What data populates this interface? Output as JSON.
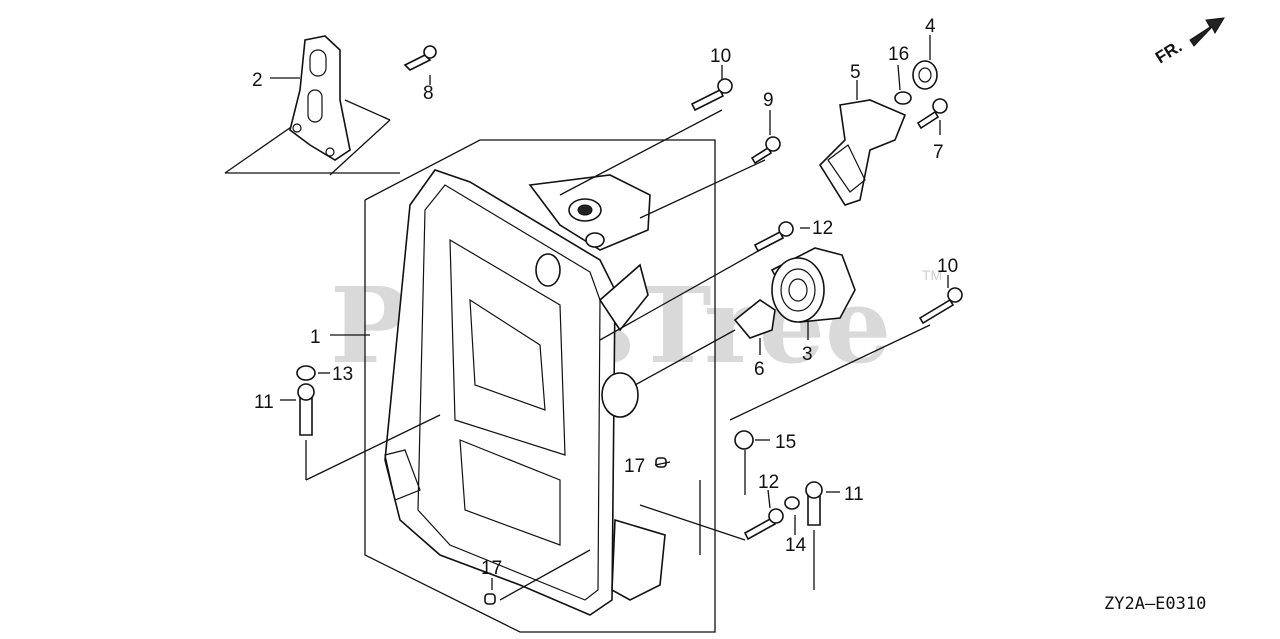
{
  "watermark": {
    "text": "PartsTree",
    "trademark": "TM"
  },
  "direction_indicator": {
    "label": "FR."
  },
  "diagram_code": "ZY2A—E0310",
  "callouts": [
    "1",
    "2",
    "3",
    "4",
    "5",
    "6",
    "7",
    "8",
    "9",
    "10",
    "10",
    "11",
    "11",
    "12",
    "12",
    "13",
    "14",
    "15",
    "16",
    "17",
    "17"
  ]
}
